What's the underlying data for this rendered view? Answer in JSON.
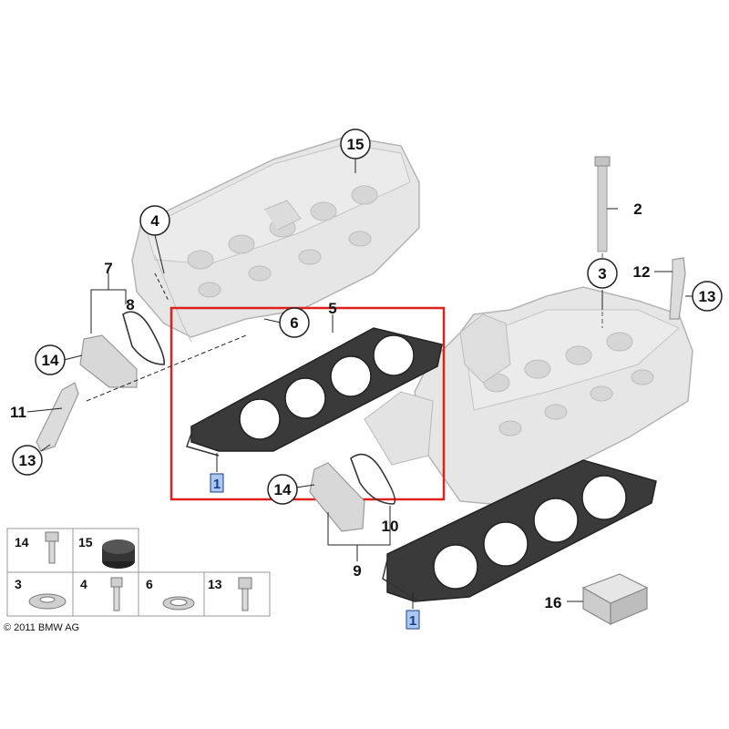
{
  "copyright": "© 2011 BMW AG",
  "callouts": {
    "c15": "15",
    "c4": "4",
    "c7": "7",
    "c8": "8",
    "c5": "5",
    "c6": "6",
    "c14a": "14",
    "c11": "11",
    "c13a": "13",
    "c1a": "1",
    "c2": "2",
    "c3": "3",
    "c12": "12",
    "c13b": "13",
    "c14b": "14",
    "c10": "10",
    "c9": "9",
    "c1b": "1",
    "c16": "16"
  },
  "legend": [
    {
      "num": "14"
    },
    {
      "num": "15"
    },
    {
      "num": "3"
    },
    {
      "num": "4"
    },
    {
      "num": "6"
    },
    {
      "num": "13"
    }
  ],
  "colors": {
    "highlight_box": "#e0201c",
    "part_fill": "#e6e6e6",
    "part_stroke": "#b4b4b4",
    "gasket": "#333333",
    "callout_highlight": "#aac8f0"
  }
}
